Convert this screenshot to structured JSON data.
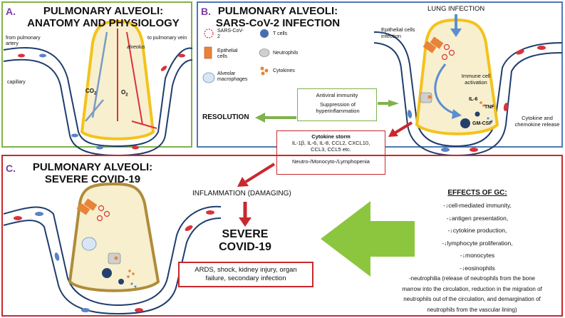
{
  "colors": {
    "panelA": "#7fb24b",
    "panelB": "#4f79b3",
    "panelC": "#c9282e",
    "alveolusFill": "#f7efce",
    "alveolusWall": "#f4c21a",
    "vessel": "#1f3d6e",
    "redCell": "#d9333b",
    "blueCell": "#5a83c4"
  },
  "panelA": {
    "letter": "A.",
    "title_line1": "PULMONARY ALVEOLI:",
    "title_line2": "ANATOMY AND PHYSIOLOGY",
    "from_artery": "from pulmonary artery",
    "to_vein": "to pulmonary vein",
    "alveolus": "alveolus",
    "capillary": "capillary",
    "co2": "CO",
    "co2_sub": "2",
    "o2": "O",
    "o2_sub": "2"
  },
  "panelB": {
    "letter": "B.",
    "title_line1": "PULMONARY ALVEOLI:",
    "title_line2": "SARS-CoV-2 INFECTION",
    "lung_infection": "LUNG INFECTION",
    "legend": {
      "sars": "SARS-CoV-2",
      "epithelial": "Epithelial cells",
      "macrophages": "Alveolar macrophages",
      "tcells": "T cells",
      "neutrophils": "Neutrophils",
      "cytokines": "Cytokines"
    },
    "epithelial_infection": "Epithelial cells infection",
    "immune_activation": "Immune cell activation",
    "il6": "IL-6",
    "tnf": "TNF",
    "gmcsf": "GM-CSF",
    "cytokine_release": "Cytokine and chemokine release",
    "antiviral": "Antiviral immunity",
    "suppression": "Suppression of hyperinflammation",
    "resolution": "RESOLUTION",
    "storm_title": "Cytokine storm",
    "storm_line1": "IL-1β, IL-6, IL-8, CCL2, CXCL10,",
    "storm_line2": "CCL3, CCL5 etc.",
    "storm_line3": "Neutro-/Monocyto-/Lymphopenia"
  },
  "panelC": {
    "letter": "C.",
    "title_line1": "PULMONARY ALVEOLI:",
    "title_line2": "SEVERE COVID-19",
    "inflammation": "INFLAMMATION (DAMAGING)",
    "severe_line1": "SEVERE",
    "severe_line2": "COVID-19",
    "outcomes_line1": "ARDS, shock, kidney injury, organ",
    "outcomes_line2": "failure, secondary infection",
    "effects_title": "EFFECTS OF GC:",
    "effects": [
      "-↓cell-mediated immunity,",
      "-↓antigen presentation,",
      "-↓cytokine production,",
      "-↓lymphocyte proliferation,",
      "-↓monocytes",
      "-↓eosinophils"
    ],
    "neutrophilia": [
      "-neutrophilia (release of neutrophils from the bone",
      "marrow into the circulation, reduction in the migration of",
      "neutrophils out of the circulation, and demargination of",
      "neutrophils from the vascular lining)"
    ]
  }
}
